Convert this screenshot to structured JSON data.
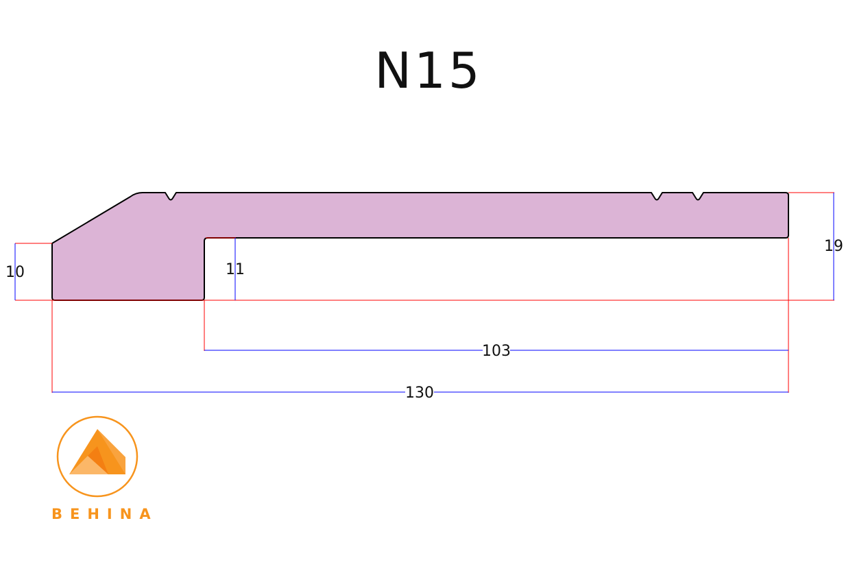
{
  "title": "N15",
  "dimensions": {
    "left_height": "10",
    "inner_height": "11",
    "total_height": "19",
    "inner_width": "103",
    "total_width": "130"
  },
  "brand": {
    "name": "BEHINA",
    "logo_icon": "behina-roof-logo-icon"
  },
  "colors": {
    "profile_fill": "#dcb4d6",
    "profile_outline": "#000000",
    "extension_line": "#ff0000",
    "dimension_line": "#0000ff",
    "brand_orange": "#f7941d"
  }
}
